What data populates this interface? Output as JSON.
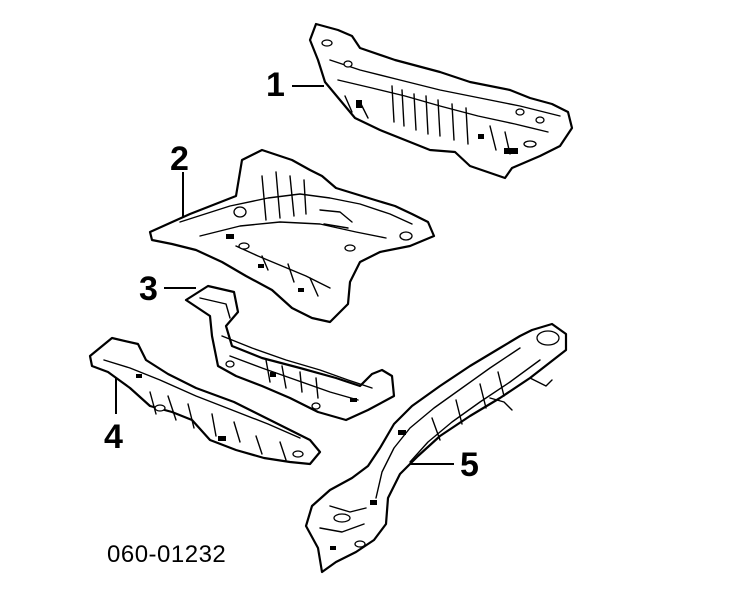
{
  "diagram": {
    "callouts": [
      {
        "id": "1",
        "label": "1"
      },
      {
        "id": "2",
        "label": "2"
      },
      {
        "id": "3",
        "label": "3"
      },
      {
        "id": "4",
        "label": "4"
      },
      {
        "id": "5",
        "label": "5"
      }
    ],
    "part_code": "060-01232",
    "line_color": "#000000",
    "background": "#ffffff"
  }
}
